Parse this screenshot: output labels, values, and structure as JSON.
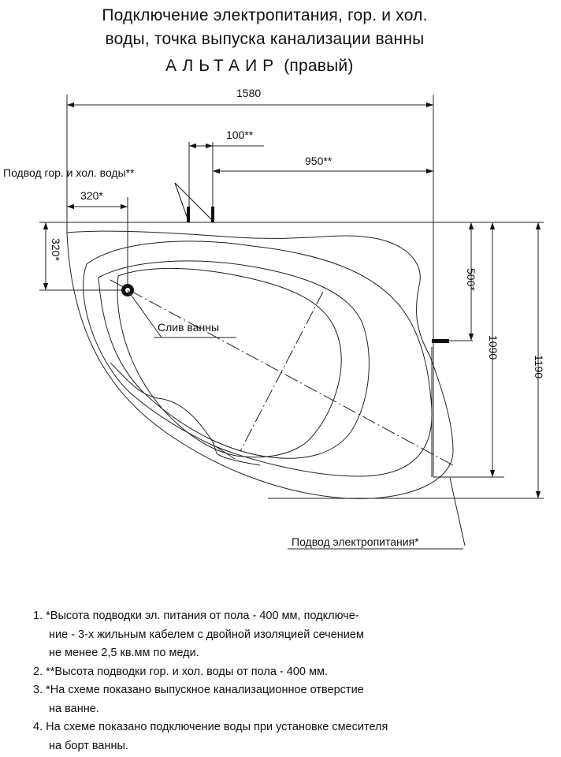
{
  "title": {
    "line1": "Подключение электропитания, гор. и хол.",
    "line2": "воды, точка выпуска канализации ванны",
    "model": "АЛЬТАИР",
    "side": "(правый)"
  },
  "dimensions": {
    "width_total": "1580",
    "offset_100": "100**",
    "offset_950": "950**",
    "drain_x": "320*",
    "drain_y": "320*",
    "power_500": "500*",
    "depth_1090": "1090",
    "depth_1190": "1190"
  },
  "labels": {
    "water_supply": "Подвод гор. и хол. воды**",
    "drain": "Слив ванны",
    "power_supply": "Подвод электропитания*"
  },
  "notes": [
    {
      "num": "1.",
      "lines": [
        "*Высота подводки эл. питания от пола - 400 мм, подключе-",
        "ние - 3-х жильным кабелем с двойной изоляцией сечением",
        "не менее 2,5 кв.мм по меди."
      ]
    },
    {
      "num": "2.",
      "lines": [
        "**Высота подводки гор. и хол. воды от пола - 400 мм."
      ]
    },
    {
      "num": "3.",
      "lines": [
        "*На схеме показано выпускное канализационное отверстие",
        "на ванне."
      ]
    },
    {
      "num": "4.",
      "lines": [
        "На схеме показано подключение воды при установке смесителя",
        "на борт ванны."
      ]
    }
  ]
}
